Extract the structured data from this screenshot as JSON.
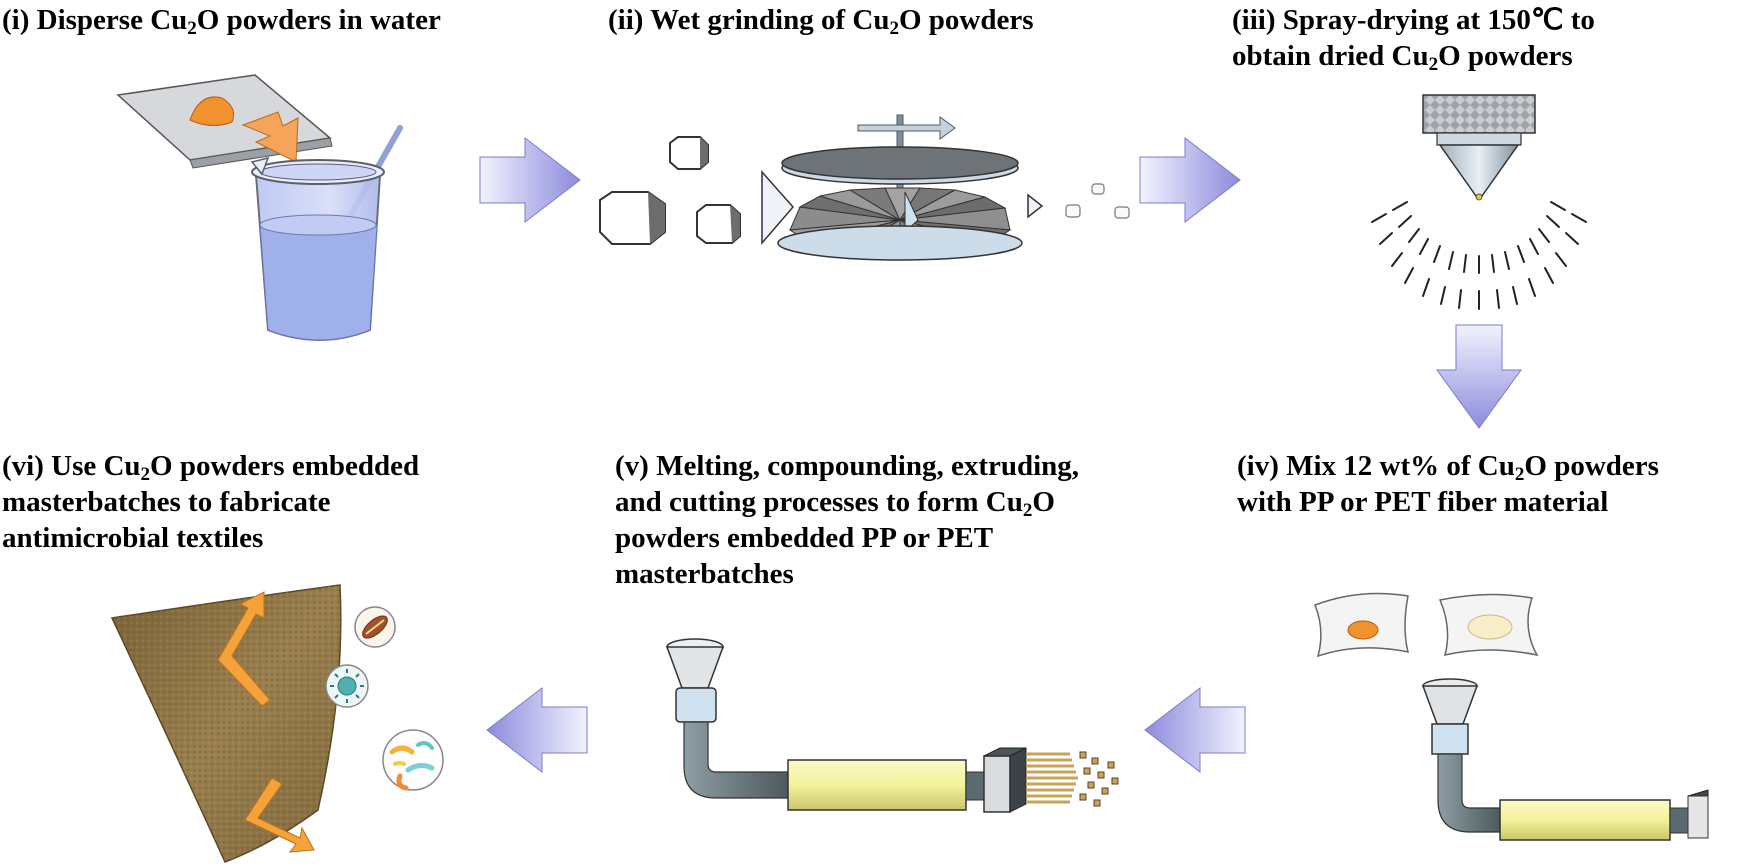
{
  "steps": {
    "i": {
      "number": "(i)",
      "line1": "Disperse Cu",
      "sub1": "2",
      "after1": "O powders in water"
    },
    "ii": {
      "number": "(ii)",
      "line1": "Wet grinding of Cu",
      "sub1": "2",
      "after1": "O powders"
    },
    "iii": {
      "number": "(iii)",
      "line1": "Spray-drying at 150℃ to",
      "line2": "obtain dried Cu",
      "sub2": "2",
      "after2": "O powders"
    },
    "iv": {
      "number": "(iv)",
      "line1": "Mix 12 wt% of Cu",
      "sub1": "2",
      "after1": "O powders",
      "line2": "with PP or PET fiber material"
    },
    "v": {
      "number": "(v)",
      "line1": "Melting, compounding, extruding,",
      "line2": "and cutting processes to form Cu",
      "sub2": "2",
      "after2": "O",
      "line3": "powders embedded PP or PET",
      "line4": "masterbatches"
    },
    "vi": {
      "number": "(vi)",
      "line1": "Use Cu",
      "sub1": "2",
      "after1": "O powders embedded",
      "line2": "masterbatches to fabricate",
      "line3": "antimicrobial textiles"
    }
  },
  "colors": {
    "arrow_light": "#eef0ff",
    "arrow_dark": "#8b8bd9",
    "powder": "#f0922e",
    "barrel": "#f4f29a",
    "pipe": "#6b7b80",
    "fabric": "#8f7446",
    "orange_arrow": "#f5a23a"
  }
}
